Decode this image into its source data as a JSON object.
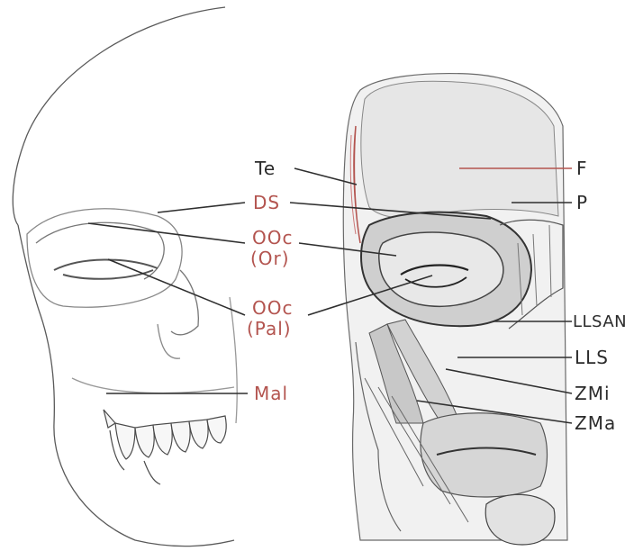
{
  "colors": {
    "red_label": "#b3544f",
    "dark_label": "#2b2b2b",
    "ink": "#3a3a3a",
    "skull_line": "#555555",
    "muscle_fill": "#d9d9d9"
  },
  "labels": {
    "te": "Te",
    "ds": "DS",
    "ooc_or": "OOc",
    "or_paren": "(Or)",
    "ooc_pal": "OOc",
    "pal_paren": "(Pal)",
    "mal": "Mal",
    "f": "F",
    "p": "P",
    "llsan": "LLSAN",
    "lls": "LLS",
    "zmi": "ZMi",
    "zma": "ZMa"
  }
}
